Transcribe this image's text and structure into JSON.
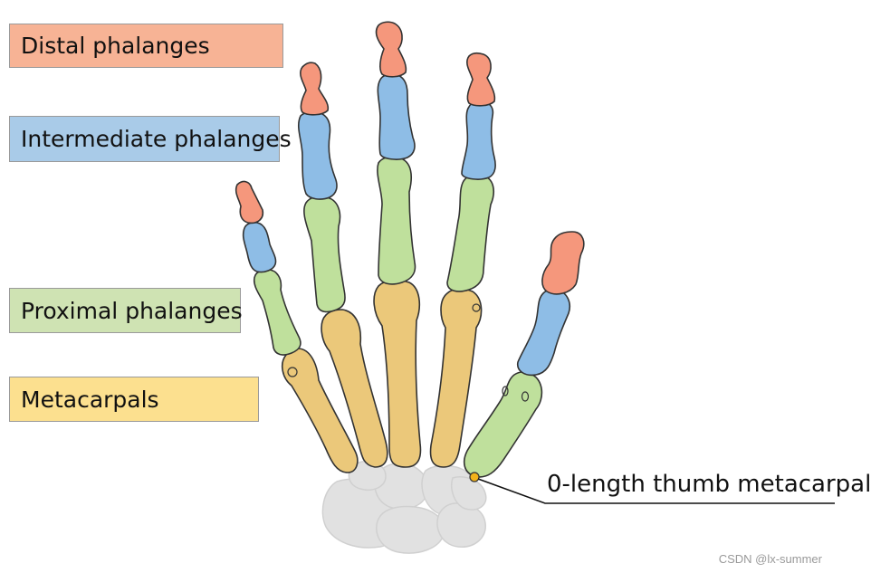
{
  "legend": {
    "distal": {
      "label": "Distal phalanges",
      "color": "#f7b395"
    },
    "intermediate": {
      "label": "Intermediate phalanges",
      "color": "#a9cbe8"
    },
    "proximal": {
      "label": "Proximal phalanges",
      "color": "#cfe3b3"
    },
    "metacarpals": {
      "label": "Metacarpals",
      "color": "#fce08f"
    }
  },
  "bone_colors": {
    "distal": "#f5977c",
    "intermediate": "#8ebde6",
    "proximal": "#bfe09c",
    "metacarpal": "#ebc87a",
    "carpal": "#e1e1e1",
    "marker": "#f2b21a"
  },
  "annotation": {
    "thumb_label": "0-length thumb metacarpal"
  },
  "watermark": "CSDN @lx-summer"
}
